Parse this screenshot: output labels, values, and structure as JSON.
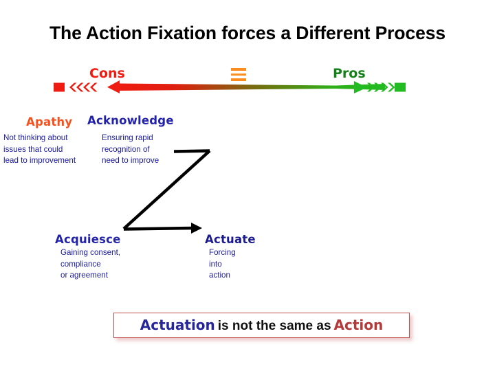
{
  "slide": {
    "title": "The Action Fixation forces a Different Process",
    "background_color": "#FFFFFF"
  },
  "spectrum": {
    "cons_label": "Cons",
    "pros_label": "Pros",
    "equals_icon": "triple-bar-icon",
    "left_color": "#EE1C11",
    "right_color": "#22BB22",
    "cons_text_color": "#EE1C11",
    "pros_text_color": "#138117",
    "equals_color": "#FB8C1E"
  },
  "quadrants": [
    {
      "key": "apathy",
      "heading": "Apathy",
      "heading_color": "#F4511E",
      "body": "Not thinking about\nissues that could\nlead to improvement"
    },
    {
      "key": "acknowledge",
      "heading": "Acknowledge",
      "heading_color": "#2222AA",
      "body": "Ensuring rapid\nrecognition of\nneed to improve"
    },
    {
      "key": "acquiesce",
      "heading": "Acquiesce",
      "heading_color": "#2222AA",
      "body": "Gaining consent,\ncompliance\nor agreement"
    },
    {
      "key": "actuate",
      "heading": "Actuate",
      "heading_color": "#1B1B8F",
      "body": "Forcing\ninto\naction"
    }
  ],
  "z_arrow": {
    "name": "z-shaped-flow-arrow",
    "color": "#000000"
  },
  "callout": {
    "part_one": "Actuation",
    "part_two": "is not the same as",
    "part_three": "Action",
    "part_one_color": "#262699",
    "part_three_color": "#B33A3A",
    "border_color": "#C0504D"
  }
}
